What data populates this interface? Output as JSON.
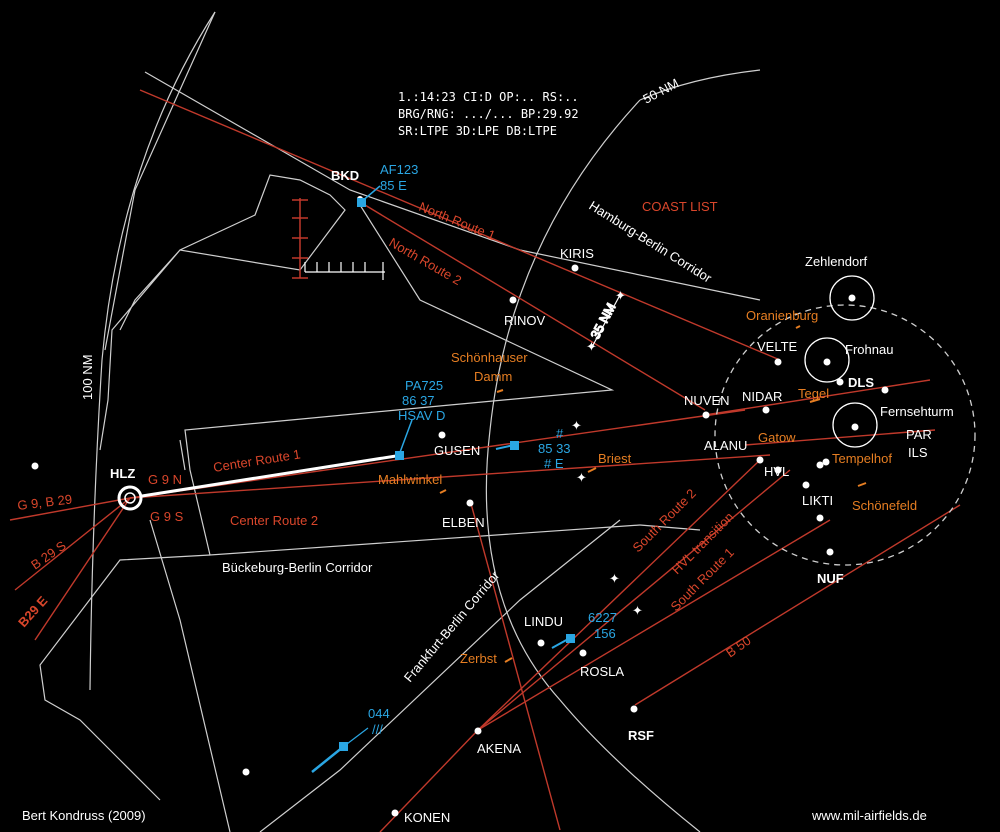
{
  "status": {
    "line1": "1.:14:23  CI:D  OP:..  RS:..",
    "line2": "BRG/RNG:  .../...          BP:29.92",
    "line3": "SR:LTPE    3D:LPE   DB:LTPE"
  },
  "rings": {
    "r50": "50 NM",
    "r100": "100 NM",
    "r35": "35 NM"
  },
  "coast_list": "COAST LIST",
  "corridors": {
    "hamburg": "Hamburg-Berlin Corridor",
    "bueckeburg": "Bückeburg-Berlin Corridor",
    "frankfurt": "Frankfurt-Berlin Corridor"
  },
  "routes": {
    "north1": "North Route 1",
    "north2": "North Route 2",
    "center1": "Center Route 1",
    "center2": "Center Route 2",
    "south1": "South Route 1",
    "south2": "South Route 2",
    "hvl_transition": "HVL transition",
    "b50": "B 50",
    "g9b29": "G 9, B 29",
    "b29s": "B 29 S",
    "b29e": "B29 E",
    "g9n": "G 9 N",
    "g9s": "G 9 S"
  },
  "fixes": {
    "bkd": "BKD",
    "kiris": "KIRIS",
    "rinov": "RINOV",
    "velte": "VELTE",
    "nuven": "NUVEN",
    "nidar": "NIDAR",
    "alanu": "ALANU",
    "hvl": "HVL",
    "likti": "LIKTI",
    "gusen": "GUSEN",
    "elben": "ELBEN",
    "hlz": "HLZ",
    "lindu": "LINDU",
    "rosla": "ROSLA",
    "akena": "AKENA",
    "konen": "KONEN",
    "nuf": "NUF",
    "rsf": "RSF",
    "dls": "DLS",
    "ils": "ILS",
    "par": "PAR"
  },
  "places": {
    "zehlendorf": "Zehlendorf",
    "frohnau": "Frohnau",
    "fernsehturm": "Fernsehturm",
    "oranienburg": "Oranienburg",
    "tegel": "Tegel",
    "gatow": "Gatow",
    "tempelhof": "Tempelhof",
    "schoenefeld": "Schönefeld",
    "schoenhauser1": "Schönhauser",
    "schoenhauser2": "Damm",
    "mahlwinkel": "Mahlwinkel",
    "briest": "Briest",
    "zerbst": "Zerbst"
  },
  "targets": {
    "af123": {
      "l1": "AF123",
      "l2": "85   E"
    },
    "pa725": {
      "l1": "PA725",
      "l2": "86    37",
      "l3": "HSAV  D"
    },
    "t8533": {
      "l1": "#",
      "l2": "85  33",
      "l3": "#  E"
    },
    "t6227": {
      "l1": "6227",
      "l2": "156"
    },
    "t044": {
      "l1": "044",
      "l2": "///"
    }
  },
  "footer": {
    "author": "Bert Kondruss (2009)",
    "site": "www.mil-airfields.de"
  },
  "colors": {
    "route": "#c0392b",
    "label": "#e67e22",
    "target": "#2aa6e3",
    "line": "#cfcfcf"
  }
}
